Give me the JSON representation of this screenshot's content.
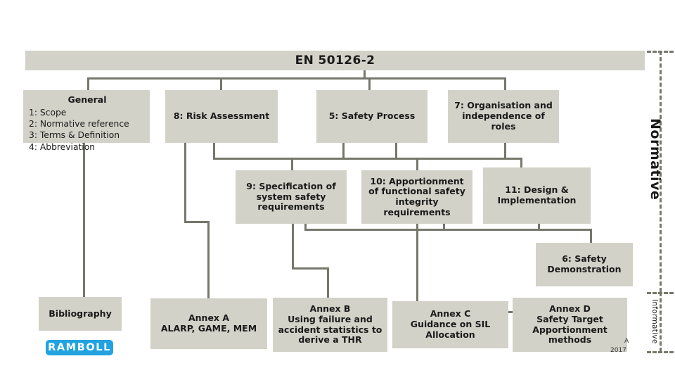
{
  "diagram": {
    "title": "EN 50126-2",
    "general_box": {
      "heading": "General",
      "items": [
        "1: Scope",
        "2: Normative reference",
        "3: Terms & Definition",
        "4: Abbreviation"
      ]
    },
    "clause_boxes": [
      {
        "id": "risk-assessment",
        "lines": [
          "8: Risk Assessment"
        ]
      },
      {
        "id": "safety-process",
        "lines": [
          "5: Safety Process"
        ]
      },
      {
        "id": "organisation-independence-roles",
        "lines": [
          "7: Organisation and",
          "independence of",
          "roles"
        ]
      },
      {
        "id": "specification-system-safety-requirements",
        "lines": [
          "9: Specification of",
          "system safety",
          "requirements"
        ]
      },
      {
        "id": "apportionment-functional-safety-integrity-requirements",
        "lines": [
          "10: Apportionment",
          "of functional safety",
          "integrity",
          "requirements"
        ]
      },
      {
        "id": "design-implementation",
        "lines": [
          "11: Design &",
          "Implementation"
        ]
      },
      {
        "id": "safety-demonstration",
        "lines": [
          "6: Safety",
          "Demonstration"
        ]
      }
    ],
    "annex_boxes": [
      {
        "id": "bibliography",
        "lines": [
          "Bibliography"
        ]
      },
      {
        "id": "annex-a",
        "lines": [
          "Annex A",
          "ALARP, GAME, MEM"
        ]
      },
      {
        "id": "annex-b",
        "lines": [
          "Annex B",
          "Using failure and",
          "accident statistics to",
          "derive a THR"
        ]
      },
      {
        "id": "annex-c",
        "lines": [
          "Annex C",
          "Guidance on SIL",
          "Allocation"
        ]
      },
      {
        "id": "annex-d",
        "lines": [
          "Annex D",
          "Safety Target",
          "Apportionment",
          "methods"
        ]
      }
    ],
    "side_labels": {
      "normative": "Normative",
      "informative": "Informative"
    },
    "corner": {
      "mark": "A",
      "year": "2017"
    },
    "logo": {
      "text": "RAMBOLL"
    },
    "colors": {
      "box_fill": "#d2d2c8",
      "connector": "#75786a",
      "logo_blue": "#22a3e0",
      "text": "#1a1a1a"
    }
  }
}
